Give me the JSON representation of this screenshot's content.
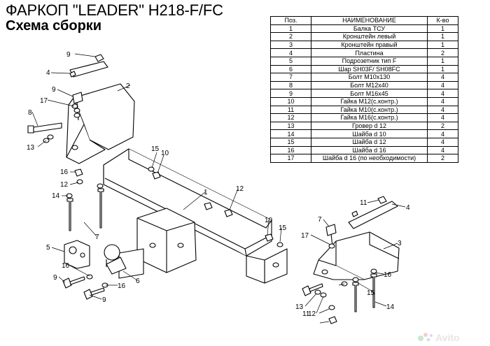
{
  "title": "ФАРКОП \"LEADER\" H218-F/FC",
  "subtitle": "Схема сборки",
  "parts_table": {
    "headers": [
      "Поз.",
      "НАИМЕНОВАНИЕ",
      "К-во"
    ],
    "rows": [
      [
        "1",
        "Балка ТСУ",
        "1"
      ],
      [
        "2",
        "Кронштейн левый",
        "1"
      ],
      [
        "3",
        "Кронштейн правый",
        "1"
      ],
      [
        "4",
        "Пластина",
        "2"
      ],
      [
        "5",
        "Подрозетник тип F",
        "1"
      ],
      [
        "6",
        "Шар SH03F/ SH08FC",
        "1"
      ],
      [
        "7",
        "Болт М10х130",
        "4"
      ],
      [
        "8",
        "Болт М12х40",
        "4"
      ],
      [
        "9",
        "Болт М16х45",
        "4"
      ],
      [
        "10",
        "Гайка М12(с.контр.)",
        "4"
      ],
      [
        "11",
        "Гайка  М10(с.контр.)",
        "4"
      ],
      [
        "12",
        "Гайка М16(с.контр.)",
        "4"
      ],
      [
        "13",
        "Гровер d 12",
        "2"
      ],
      [
        "14",
        "Шайба d 10",
        "4"
      ],
      [
        "15",
        "Шайба d 12",
        "4"
      ],
      [
        "16",
        "Шайба d 16",
        "4"
      ],
      [
        "17",
        "Шайба d 16 (по необходимости)",
        "2"
      ]
    ]
  },
  "callouts": [
    {
      "id": "c1",
      "text": "1"
    },
    {
      "id": "c2",
      "text": "2"
    },
    {
      "id": "c3",
      "text": "3"
    },
    {
      "id": "c4a",
      "text": "4"
    },
    {
      "id": "c4b",
      "text": "4"
    },
    {
      "id": "c5",
      "text": "5"
    },
    {
      "id": "c6",
      "text": "6"
    },
    {
      "id": "c7a",
      "text": "7"
    },
    {
      "id": "c7b",
      "text": "7"
    },
    {
      "id": "c8",
      "text": "8"
    },
    {
      "id": "c9a",
      "text": "9"
    },
    {
      "id": "c9b",
      "text": "9"
    },
    {
      "id": "c9c",
      "text": "9"
    },
    {
      "id": "c9d",
      "text": "9"
    },
    {
      "id": "c10a",
      "text": "10"
    },
    {
      "id": "c10b",
      "text": "10"
    },
    {
      "id": "c11a",
      "text": "11"
    },
    {
      "id": "c11b",
      "text": "11"
    },
    {
      "id": "c12a",
      "text": "12"
    },
    {
      "id": "c12b",
      "text": "12"
    },
    {
      "id": "c12c",
      "text": "12"
    },
    {
      "id": "c13a",
      "text": "13"
    },
    {
      "id": "c13b",
      "text": "13"
    },
    {
      "id": "c14a",
      "text": "14"
    },
    {
      "id": "c14b",
      "text": "14"
    },
    {
      "id": "c15a",
      "text": "15"
    },
    {
      "id": "c15b",
      "text": "15"
    },
    {
      "id": "c15c",
      "text": "15"
    },
    {
      "id": "c16a",
      "text": "16"
    },
    {
      "id": "c16b",
      "text": "16"
    },
    {
      "id": "c16c",
      "text": "16"
    },
    {
      "id": "c16d",
      "text": "16"
    },
    {
      "id": "c17a",
      "text": "17"
    },
    {
      "id": "c17b",
      "text": "17"
    }
  ],
  "watermark": {
    "text": "Avito"
  }
}
